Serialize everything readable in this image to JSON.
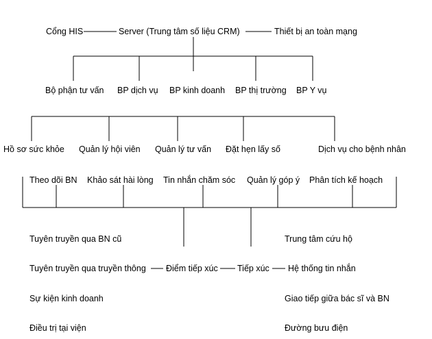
{
  "top": {
    "his": "Cổng HIS",
    "server": "Server (Trung tâm số liệu CRM)",
    "security": "Thiết bị an toàn mạng"
  },
  "departments": {
    "advisory": "Bộ phận tư vấn",
    "service": "BP dịch vụ",
    "business": "BP kinh doanh",
    "market": "BP thị trường",
    "medical": "BP Y vụ"
  },
  "functions": {
    "health_records": "Hồ sơ sức khỏe",
    "membership": "Quản lý hội viên",
    "consulting_mgmt": "Quản lý tư vấn",
    "booking": "Đặt hẹn lấy số",
    "patient_services": "Dịch vụ cho bệnh nhân"
  },
  "activities": {
    "patient_tracking": "Theo dõi BN",
    "satisfaction_survey": "Khảo sát hài lòng",
    "care_messages": "Tin nhắn chăm sóc",
    "feedback_mgmt": "Quản lý góp ý",
    "plan_analysis": "Phân tích kế hoạch"
  },
  "bottom": {
    "old_patient_promo": "Tuyên truyền qua BN cũ",
    "media_promo": "Tuyên truyền qua truyền thông",
    "business_events": "Sự kiện kinh doanh",
    "in_clinic_treatment": "Điều trị tại viện",
    "touchpoint": "Điểm tiếp xúc",
    "contact": "Tiếp xúc",
    "rescue_center": "Trung tâm cứu hộ",
    "messaging_system": "Hệ thống tin nhắn",
    "doctor_patient": "Giao tiếp giữa bác sĩ và BN",
    "postal": "Đường bưu điện"
  }
}
